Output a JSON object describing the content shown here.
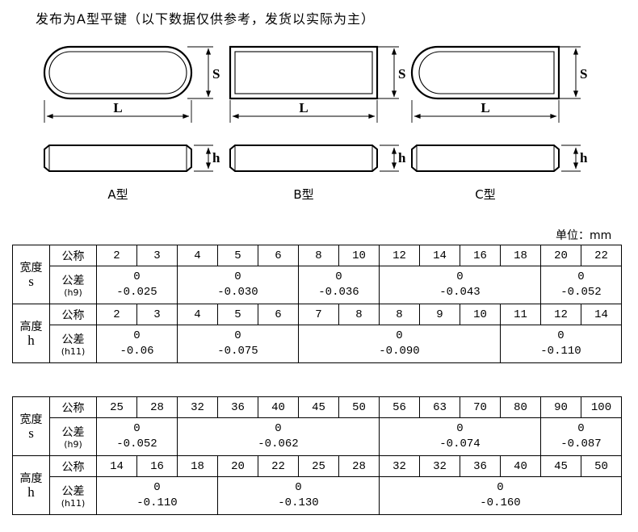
{
  "title": "发布为A型平键（以下数据仅供参考，发货以实际为主）",
  "units_label": "单位：mm",
  "diagram": {
    "dim_width": "S",
    "dim_length": "L",
    "dim_height": "h",
    "types": [
      {
        "label": "A型"
      },
      {
        "label": "B型"
      },
      {
        "label": "C型"
      }
    ]
  },
  "table_headers": {
    "width_label": "宽度",
    "width_symbol": "s",
    "height_label": "高度",
    "height_symbol": "h",
    "nominal_label": "公称",
    "tolerance_label": "公差",
    "width_grade": "(h9)",
    "height_grade": "(h11)"
  },
  "tables": [
    {
      "width_nominal": [
        "2",
        "3",
        "4",
        "5",
        "6",
        "8",
        "10",
        "12",
        "14",
        "16",
        "18",
        "20",
        "22"
      ],
      "width_tolerances": [
        {
          "cols": 2,
          "upper": "0",
          "lower": "-0.025"
        },
        {
          "cols": 3,
          "upper": "0",
          "lower": "-0.030"
        },
        {
          "cols": 2,
          "upper": "0",
          "lower": "-0.036"
        },
        {
          "cols": 4,
          "upper": "0",
          "lower": "-0.043"
        },
        {
          "cols": 2,
          "upper": "0",
          "lower": "-0.052"
        }
      ],
      "height_nominal": [
        "2",
        "3",
        "4",
        "5",
        "6",
        "7",
        "8",
        "8",
        "9",
        "10",
        "11",
        "12",
        "14"
      ],
      "height_tolerances": [
        {
          "cols": 2,
          "upper": "0",
          "lower": "-0.06"
        },
        {
          "cols": 3,
          "upper": "0",
          "lower": "-0.075"
        },
        {
          "cols": 5,
          "upper": "0",
          "lower": "-0.090"
        },
        {
          "cols": 3,
          "upper": "0",
          "lower": "-0.110"
        }
      ]
    },
    {
      "width_nominal": [
        "25",
        "28",
        "32",
        "36",
        "40",
        "45",
        "50",
        "56",
        "63",
        "70",
        "80",
        "90",
        "100"
      ],
      "width_tolerances": [
        {
          "cols": 2,
          "upper": "0",
          "lower": "-0.052"
        },
        {
          "cols": 5,
          "upper": "0",
          "lower": "-0.062"
        },
        {
          "cols": 4,
          "upper": "0",
          "lower": "-0.074"
        },
        {
          "cols": 2,
          "upper": "0",
          "lower": "-0.087"
        }
      ],
      "height_nominal": [
        "14",
        "16",
        "18",
        "20",
        "22",
        "25",
        "28",
        "32",
        "32",
        "36",
        "40",
        "45",
        "50"
      ],
      "height_tolerances": [
        {
          "cols": 3,
          "upper": "0",
          "lower": "-0.110"
        },
        {
          "cols": 4,
          "upper": "0",
          "lower": "-0.130"
        },
        {
          "cols": 6,
          "upper": "0",
          "lower": "-0.160"
        }
      ]
    }
  ]
}
